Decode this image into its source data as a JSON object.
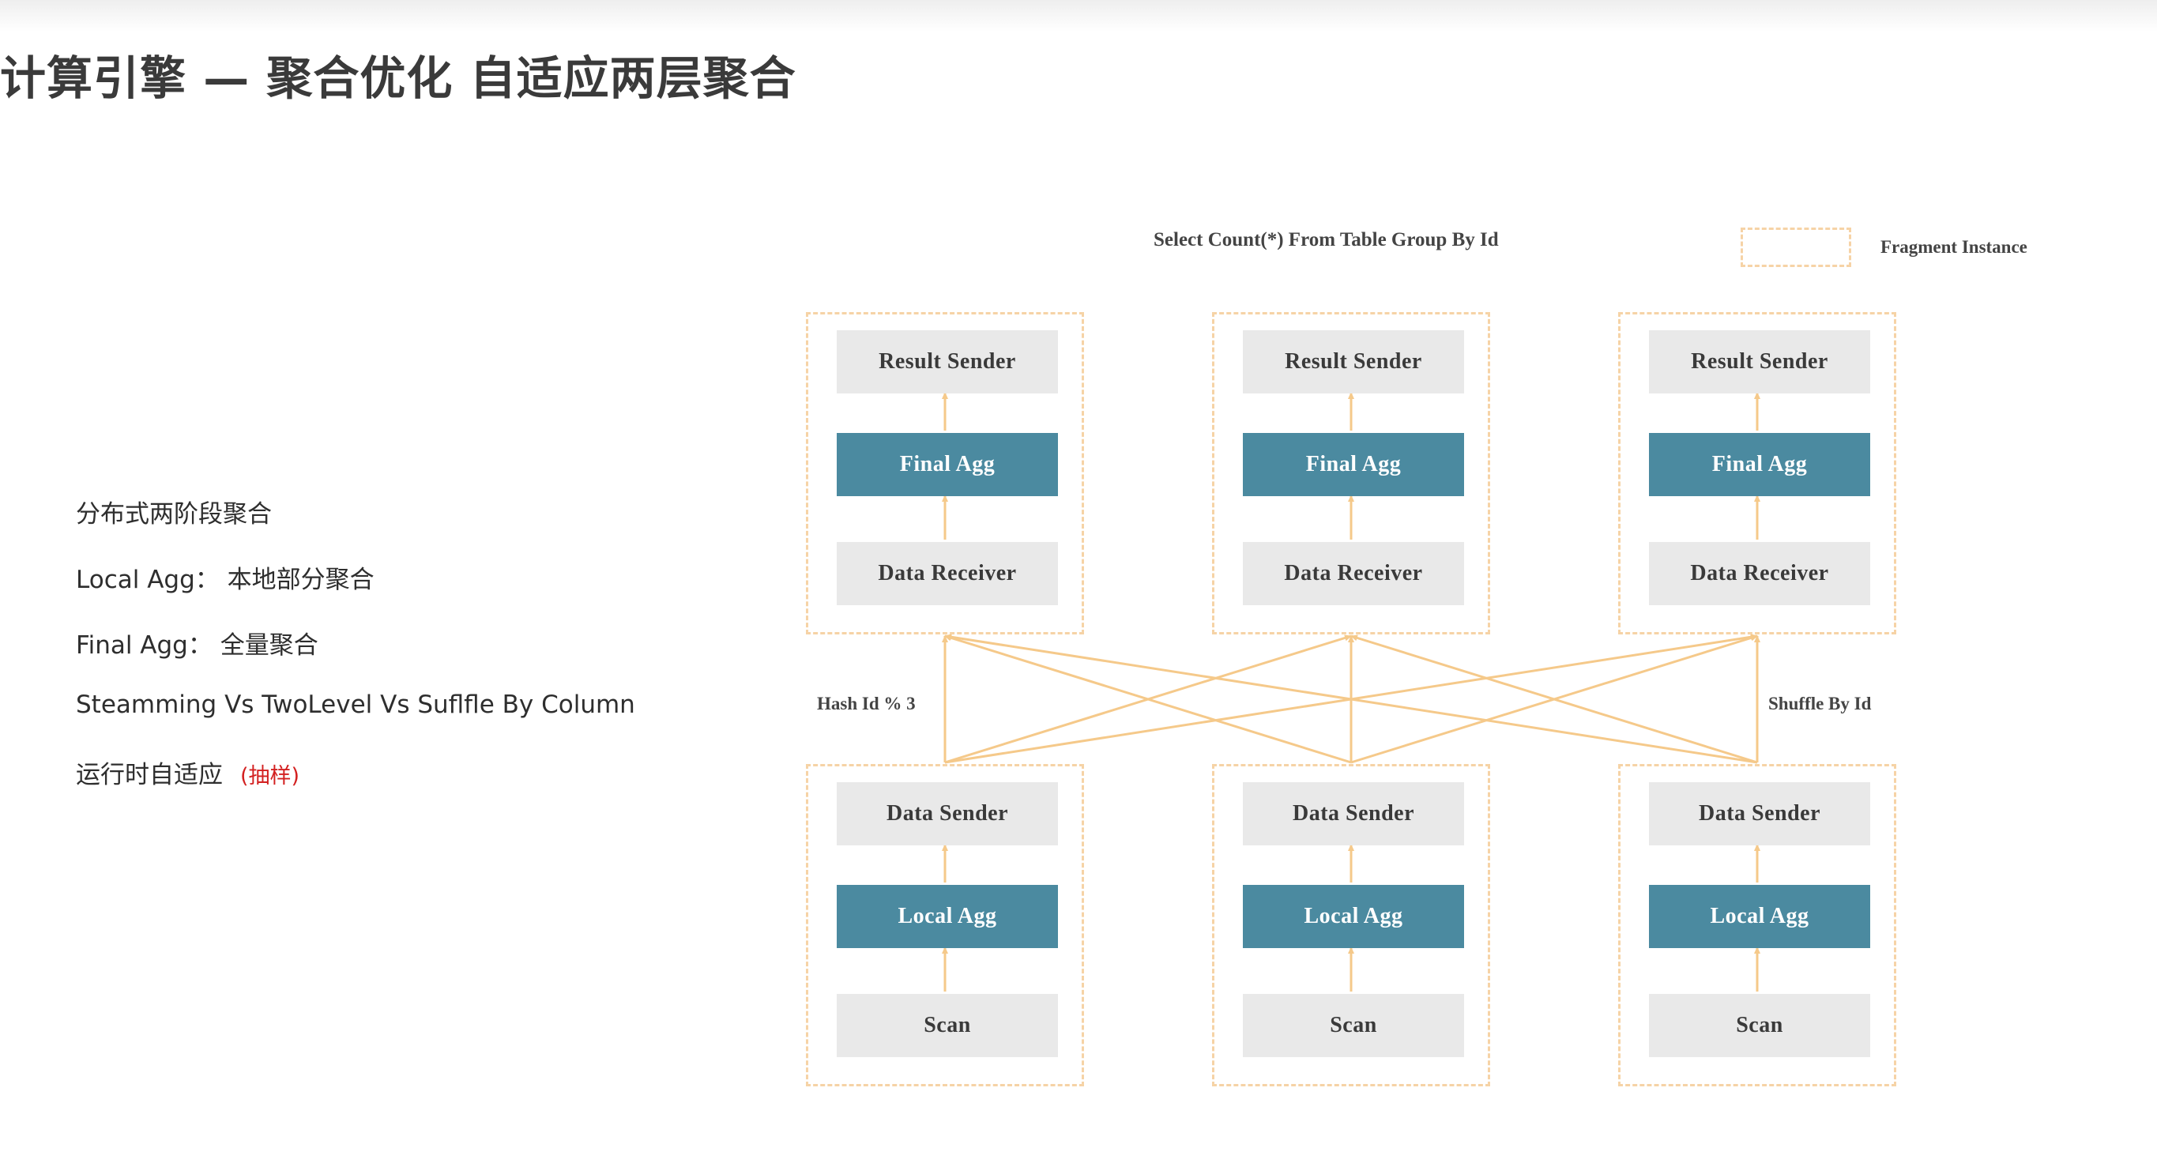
{
  "slide": {
    "title": "计算引擎  — 聚合优化 自适应两层聚合"
  },
  "notes": [
    {
      "text": "分布式两阶段聚合"
    },
    {
      "text": "Local Agg：  本地部分聚合"
    },
    {
      "text": "Final Agg：  全量聚合"
    },
    {
      "text": "Steamming  Vs  TwoLevel  Vs Suflfle By Column"
    },
    {
      "text": "运行时自适应",
      "highlight": "(抽样)"
    }
  ],
  "diagram": {
    "title": "Select Count(*) From Table Group By Id",
    "legend": "Fragment Instance",
    "left_edge_label": "Hash Id % 3",
    "right_edge_label": "Shuffle By Id",
    "upper_fragments": [
      {
        "nodes": [
          "Result Sender",
          "Final Agg",
          "Data Receiver"
        ]
      },
      {
        "nodes": [
          "Result Sender",
          "Final Agg",
          "Data Receiver"
        ]
      },
      {
        "nodes": [
          "Result Sender",
          "Final Agg",
          "Data Receiver"
        ]
      }
    ],
    "lower_fragments": [
      {
        "nodes": [
          "Data Sender",
          "Local Agg",
          "Scan"
        ]
      },
      {
        "nodes": [
          "Data Sender",
          "Local Agg",
          "Scan"
        ]
      },
      {
        "nodes": [
          "Data Sender",
          "Local Agg",
          "Scan"
        ]
      }
    ]
  },
  "colors": {
    "arrow": "#f5c98a",
    "fragment_border": "#f6d3a6",
    "agg_node": "#4b8aa0",
    "io_node": "#e9e9e9",
    "highlight_text": "#d32020"
  }
}
